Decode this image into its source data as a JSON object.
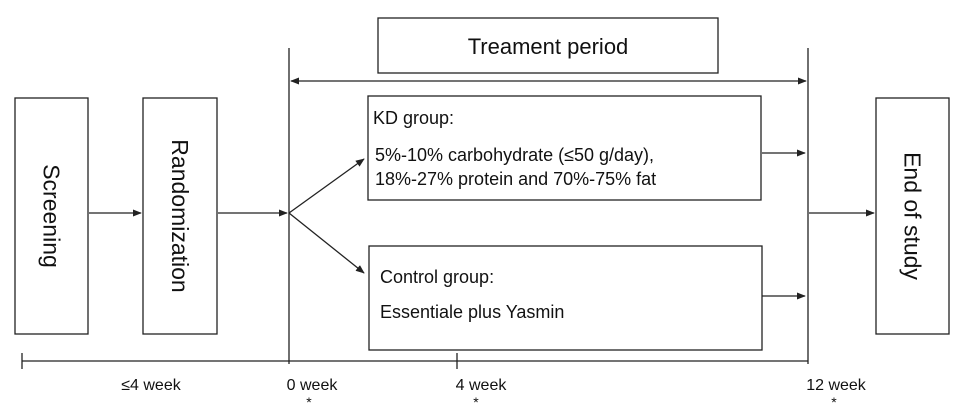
{
  "treatment_period": "Treament period",
  "screening": "Screening",
  "randomization": "Randomization",
  "end_of_study": "End of study",
  "kd_group": {
    "title": "KD group:",
    "line1": "5%-10% carbohydrate (≤50 g/day),",
    "line2": "18%-27% protein and 70%-75% fat"
  },
  "control_group": {
    "title": "Control group:",
    "line1": "Essentiale plus Yasmin"
  },
  "timeline": {
    "labels": [
      "≤4 week",
      "0 week",
      "4 week",
      "12 week"
    ],
    "marker": "*"
  }
}
